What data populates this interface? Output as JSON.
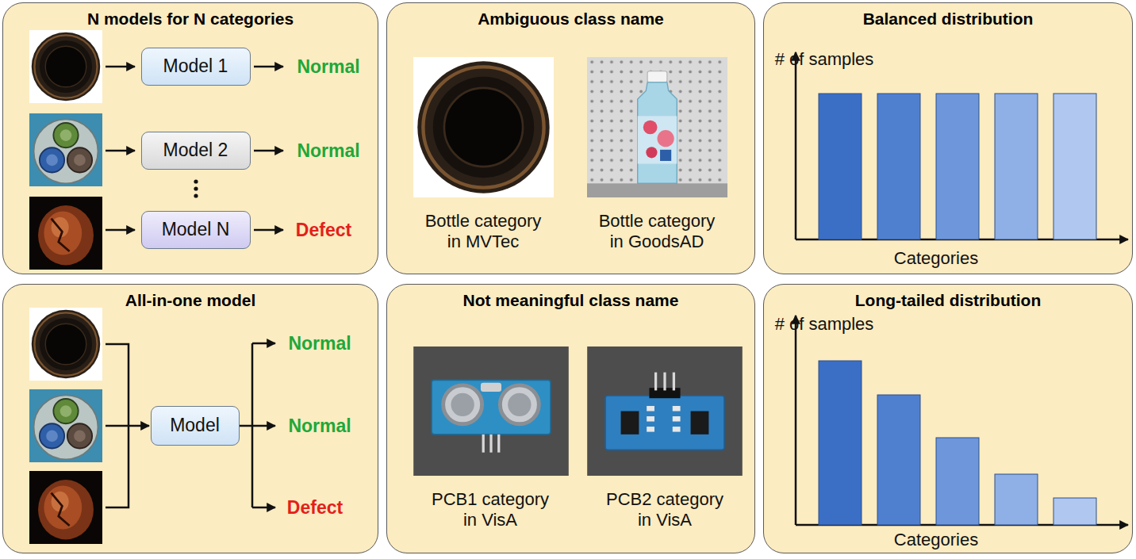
{
  "diagram": {
    "nodes": [
      {
        "text": [
          "N models for N categories"
        ]
      },
      {
        "text": [
          "Model 1"
        ],
        "in": 0
      },
      {
        "text": [
          "Model 2"
        ],
        "in": 0
      },
      {
        "text": [
          "Model N"
        ],
        "in": 0
      },
      {
        "text": [
          "Ambiguous class name"
        ]
      },
      {
        "text": [
          "Balanced distribution"
        ]
      },
      {
        "text": [
          "All-in-one model"
        ]
      },
      {
        "text": [
          "Model"
        ],
        "in": 6
      },
      {
        "text": [
          "Not meaningful class name"
        ]
      },
      {
        "text": [
          "Long-tailed distribution"
        ]
      }
    ],
    "labels": [
      "Normal",
      "Normal",
      "Defect",
      "Bottle category in MVTec",
      "Bottle category in GoodsAD",
      "# of samples",
      "Categories",
      "Normal",
      "Normal",
      "Defect",
      "PCB1 category in VisA",
      "PCB2 category in VisA",
      "# of samples",
      "Categories"
    ]
  }
}
